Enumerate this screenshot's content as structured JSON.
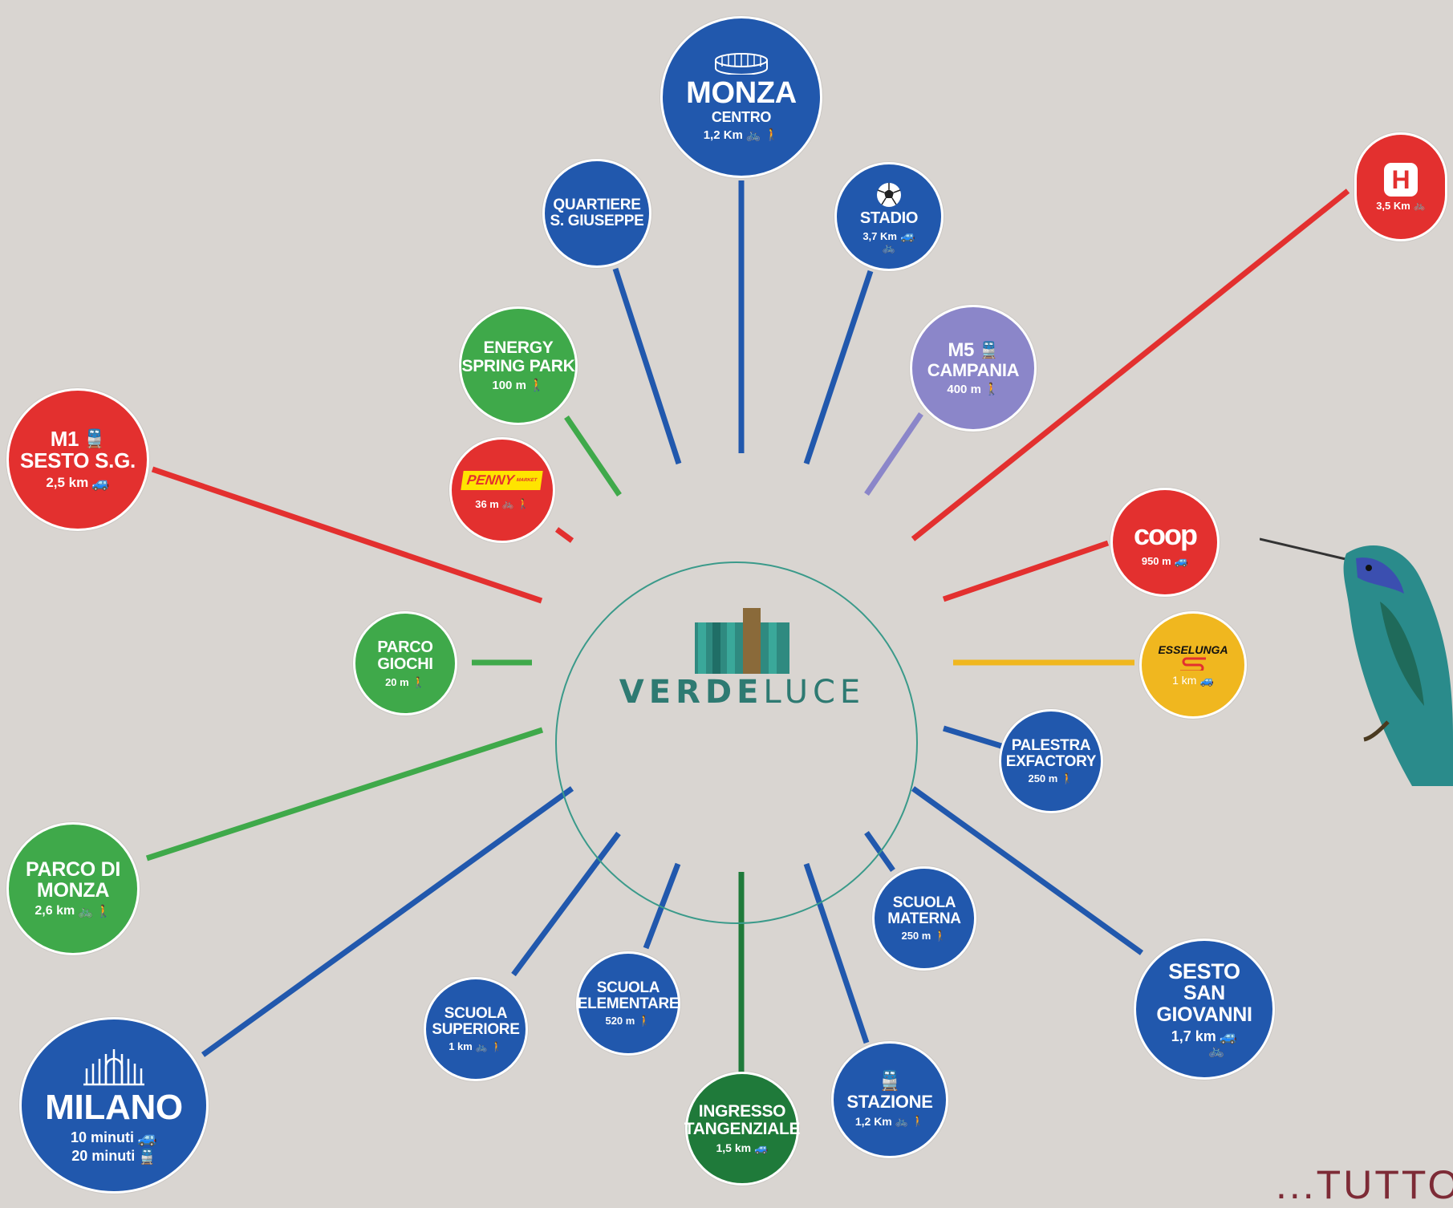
{
  "brand": {
    "name_bold": "VERDE",
    "name_light": "LUCE"
  },
  "footer_text": "...TUTTO",
  "destinations": {
    "monza": {
      "title": "MONZA",
      "subtitle": "CENTRO",
      "distance": "1,2 Km",
      "modes": [
        "bike-icon",
        "walk-icon"
      ],
      "color": "#2158ad"
    },
    "quartiere": {
      "title_line1": "QUARTIERE",
      "title_line2": "S. GIUSEPPE",
      "color": "#2158ad"
    },
    "stadio": {
      "title": "STADIO",
      "distance": "3,7 Km",
      "modes": [
        "car-icon",
        "bike-icon"
      ],
      "color": "#2158ad"
    },
    "ospedale": {
      "distance": "3,5 Km",
      "modes": [
        "bike-icon"
      ],
      "color": "#e3302f"
    },
    "energy": {
      "title_line1": "ENERGY",
      "title_line2": "SPRING PARK",
      "distance": "100 m",
      "modes": [
        "walk-icon"
      ],
      "color": "#3fa94a"
    },
    "m5": {
      "title_line1": "M5",
      "title_line2": "CAMPANIA",
      "distance": "400 m",
      "modes": [
        "walk-icon"
      ],
      "color": "#8b86c9"
    },
    "m1": {
      "title_line1": "M1",
      "title_line2": "SESTO S.G.",
      "distance": "2,5 km",
      "modes": [
        "car-icon"
      ],
      "color": "#e3302f"
    },
    "penny": {
      "logo": "PENNY",
      "logo_sub": "MARKET",
      "distance": "36 m",
      "modes": [
        "bike-icon",
        "walk-icon"
      ],
      "color": "#e3302f"
    },
    "coop": {
      "logo": "coop",
      "distance": "950 m",
      "modes": [
        "car-icon"
      ],
      "color": "#e3302f"
    },
    "parco_giochi": {
      "title_line1": "PARCO",
      "title_line2": "GIOCHI",
      "distance": "20 m",
      "modes": [
        "walk-icon"
      ],
      "color": "#3fa94a"
    },
    "esselunga": {
      "logo": "ESSELUNGA",
      "distance": "1 km",
      "modes": [
        "car-icon"
      ],
      "color": "#f0b71f"
    },
    "palestra": {
      "title_line1": "PALESTRA",
      "title_line2": "EXFACTORY",
      "distance": "250 m",
      "modes": [
        "walk-icon"
      ],
      "color": "#2158ad"
    },
    "parco_monza": {
      "title_line1": "PARCO DI",
      "title_line2": "MONZA",
      "distance": "2,6 km",
      "modes": [
        "bike-icon",
        "walk-icon"
      ],
      "color": "#3fa94a"
    },
    "scuola_materna": {
      "title_line1": "SCUOLA",
      "title_line2": "MATERNA",
      "distance": "250 m",
      "modes": [
        "walk-icon"
      ],
      "color": "#2158ad"
    },
    "sesto": {
      "title_line1": "SESTO",
      "title_line2": "SAN GIOVANNI",
      "distance": "1,7 km",
      "modes": [
        "car-icon",
        "bike-icon"
      ],
      "color": "#2158ad"
    },
    "scuola_superiore": {
      "title_line1": "SCUOLA",
      "title_line2": "SUPERIORE",
      "distance": "1 km",
      "modes": [
        "bike-icon",
        "walk-icon"
      ],
      "color": "#2158ad"
    },
    "scuola_elementare": {
      "title_line1": "SCUOLA",
      "title_line2": "ELEMENTARE",
      "distance": "520 m",
      "modes": [
        "walk-icon"
      ],
      "color": "#2158ad"
    },
    "ingresso": {
      "title_line1": "INGRESSO",
      "title_line2": "TANGENZIALE",
      "distance": "1,5 km",
      "modes": [
        "car-icon"
      ],
      "color": "#1f7a3a"
    },
    "stazione": {
      "title": "STAZIONE",
      "distance": "1,2 Km",
      "modes": [
        "bike-icon",
        "walk-icon"
      ],
      "color": "#2158ad"
    },
    "milano": {
      "title": "MILANO",
      "line_car": "10 minuti",
      "line_train": "20 minuti",
      "modes": [
        "car-icon",
        "train-icon"
      ],
      "color": "#2158ad"
    }
  }
}
